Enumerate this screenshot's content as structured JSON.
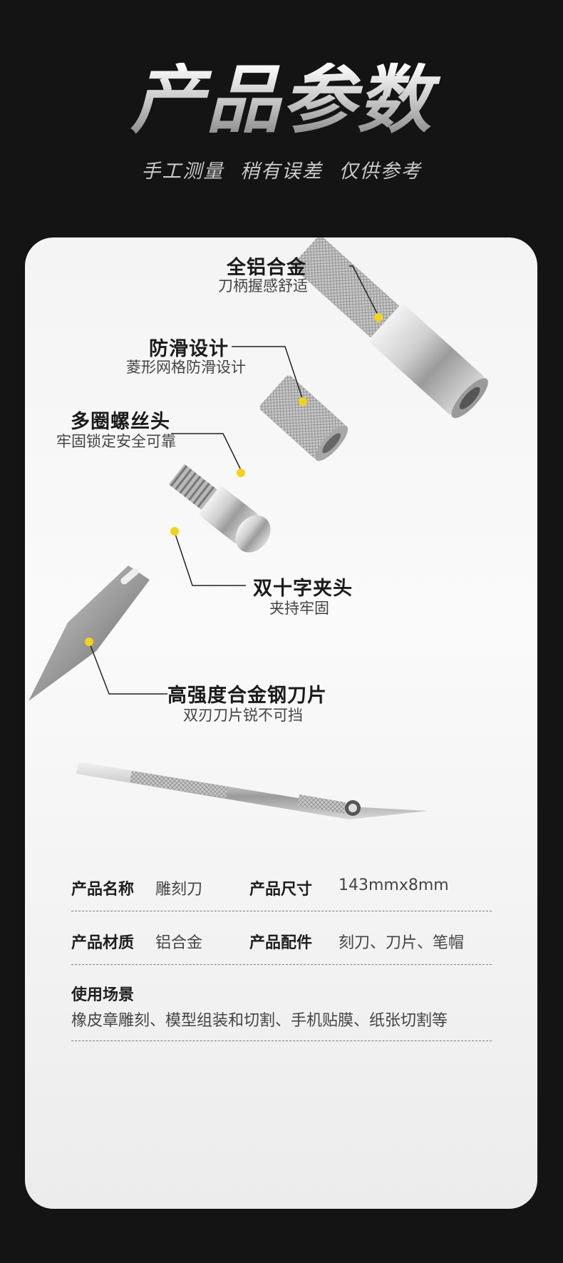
{
  "header": {
    "title": "产品参数",
    "subtitle": [
      "手工测量",
      "稍有误差",
      "仅供参考"
    ]
  },
  "callouts": [
    {
      "title": "全铝合金",
      "sub": "刀柄握感舒适"
    },
    {
      "title": "防滑设计",
      "sub": "菱形网格防滑设计"
    },
    {
      "title": "多圈螺丝头",
      "sub": "牢固锁定安全可靠"
    },
    {
      "title": "双十字夹头",
      "sub": "夹持牢固"
    },
    {
      "title": "高强度合金钢刀片",
      "sub": "双刃刀片锐不可挡"
    }
  ],
  "specs": {
    "name_label": "产品名称",
    "name_value": "雕刻刀",
    "size_label": "产品尺寸",
    "size_value": "143mmx8mm",
    "material_label": "产品材质",
    "material_value": "铝合金",
    "accessory_label": "产品配件",
    "accessory_value": "刻刀、刀片、笔帽",
    "usage_label": "使用场景",
    "usage_value": "橡皮章雕刻、模型组装和切割、手机贴膜、纸张切割等"
  },
  "colors": {
    "accent_dot": "#f5d21a",
    "background": "#141414",
    "card": "#f4f4f4"
  }
}
